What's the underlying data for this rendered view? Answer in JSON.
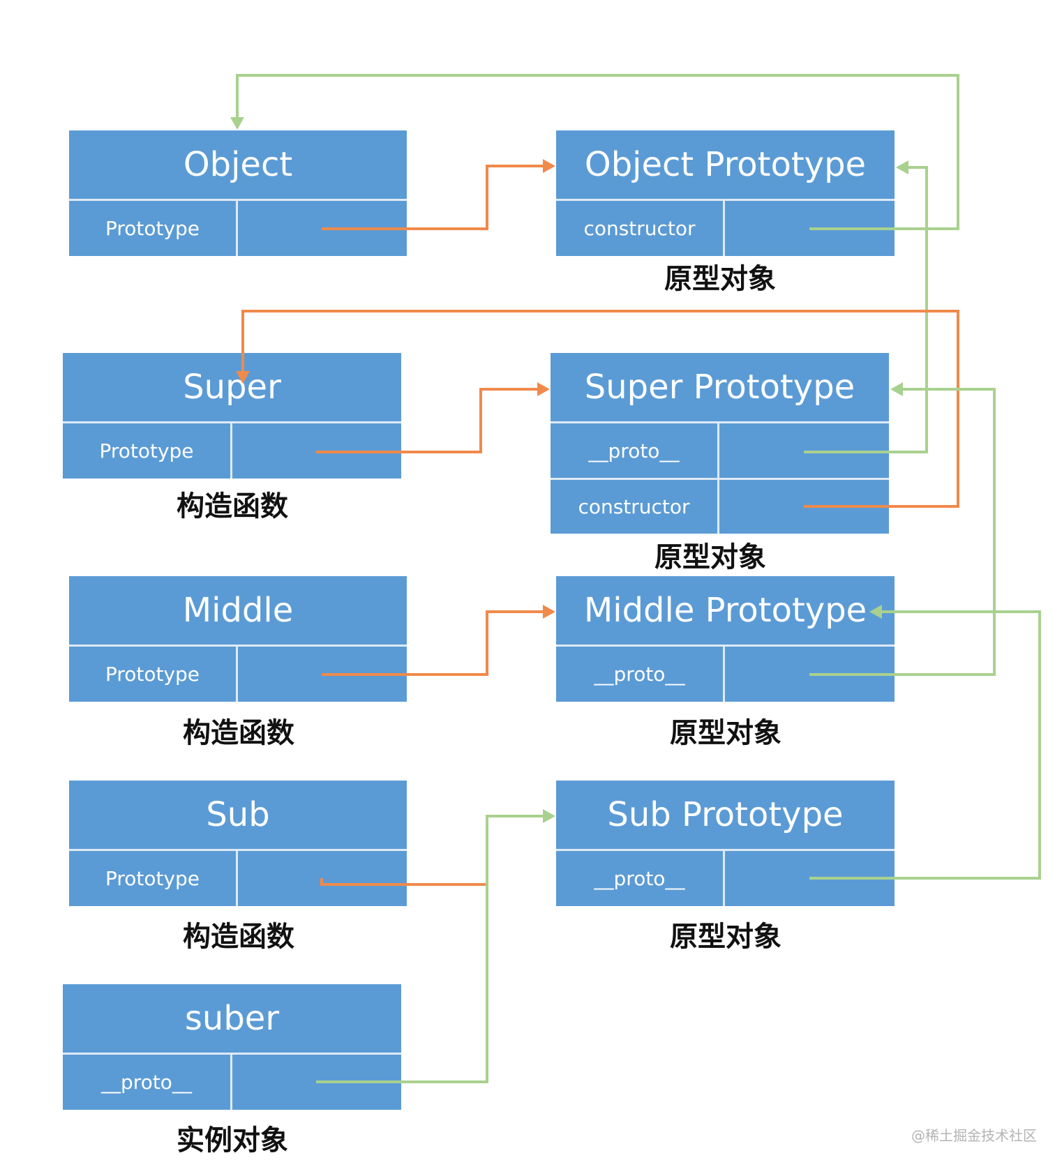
{
  "colors": {
    "box": "#5b9bd5",
    "divider": "#dfeaf6",
    "orange": "#f08a4b",
    "green": "#a9d18e"
  },
  "object": {
    "title": "Object",
    "prototype_label": "Prototype"
  },
  "object_prototype": {
    "title": "Object Prototype",
    "constructor_label": "constructor",
    "caption": "原型对象"
  },
  "super": {
    "title": "Super",
    "prototype_label": "Prototype",
    "caption": "构造函数"
  },
  "super_prototype": {
    "title": "Super Prototype",
    "proto_label": "__proto__",
    "constructor_label": "constructor",
    "caption": "原型对象"
  },
  "middle": {
    "title": "Middle",
    "prototype_label": "Prototype",
    "caption": "构造函数"
  },
  "middle_prototype": {
    "title": "Middle Prototype",
    "proto_label": "__proto__",
    "caption": "原型对象"
  },
  "sub": {
    "title": "Sub",
    "prototype_label": "Prototype",
    "caption": "构造函数"
  },
  "sub_prototype": {
    "title": "Sub Prototype",
    "proto_label": "__proto__",
    "caption": "原型对象"
  },
  "suber": {
    "title": "suber",
    "proto_label": "__proto__",
    "caption": "实例对象"
  },
  "watermark": "@稀土掘金技术社区"
}
